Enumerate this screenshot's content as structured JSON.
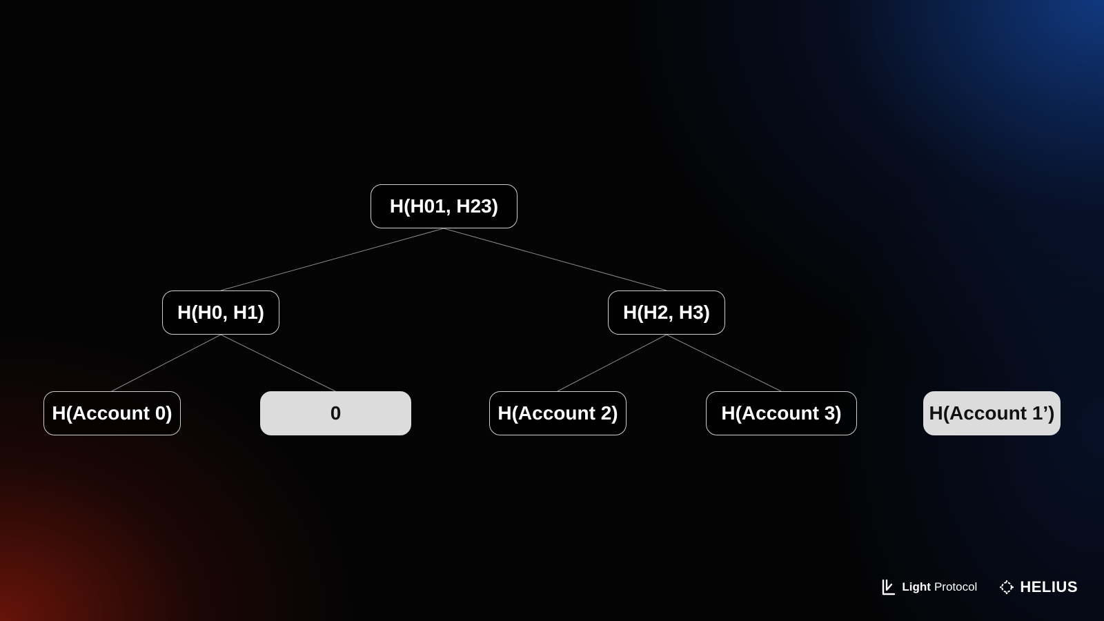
{
  "diagram": {
    "nodes": [
      {
        "id": "root",
        "label": "H(H01, H23)",
        "highlighted": false
      },
      {
        "id": "h01",
        "label": "H(H0, H1)",
        "highlighted": false
      },
      {
        "id": "h23",
        "label": "H(H2, H3)",
        "highlighted": false
      },
      {
        "id": "acc0",
        "label": "H(Account 0)",
        "highlighted": false
      },
      {
        "id": "zero",
        "label": "0",
        "highlighted": true
      },
      {
        "id": "acc2",
        "label": "H(Account 2)",
        "highlighted": false
      },
      {
        "id": "acc3",
        "label": "H(Account 3)",
        "highlighted": false
      },
      {
        "id": "acc1p",
        "label": "H(Account 1’)",
        "highlighted": true
      }
    ],
    "edges": [
      {
        "from": "root",
        "to": "h01"
      },
      {
        "from": "root",
        "to": "h23"
      },
      {
        "from": "h01",
        "to": "acc0"
      },
      {
        "from": "h01",
        "to": "zero"
      },
      {
        "from": "h23",
        "to": "acc2"
      },
      {
        "from": "h23",
        "to": "acc3"
      }
    ]
  },
  "footer": {
    "light_protocol": {
      "strong": "Light",
      "normal": "Protocol",
      "icon": "light-protocol-logo-icon"
    },
    "helius": {
      "name": "HELIUS",
      "icon": "helius-logo-icon"
    }
  },
  "colors": {
    "node_border": "#d0d0d0",
    "node_highlight_fill": "#dcdcdc",
    "edge": "#8a8a8a",
    "text": "#ffffff",
    "background": "#040405",
    "glow_red": "#78160a",
    "glow_blue": "#123e8c"
  }
}
